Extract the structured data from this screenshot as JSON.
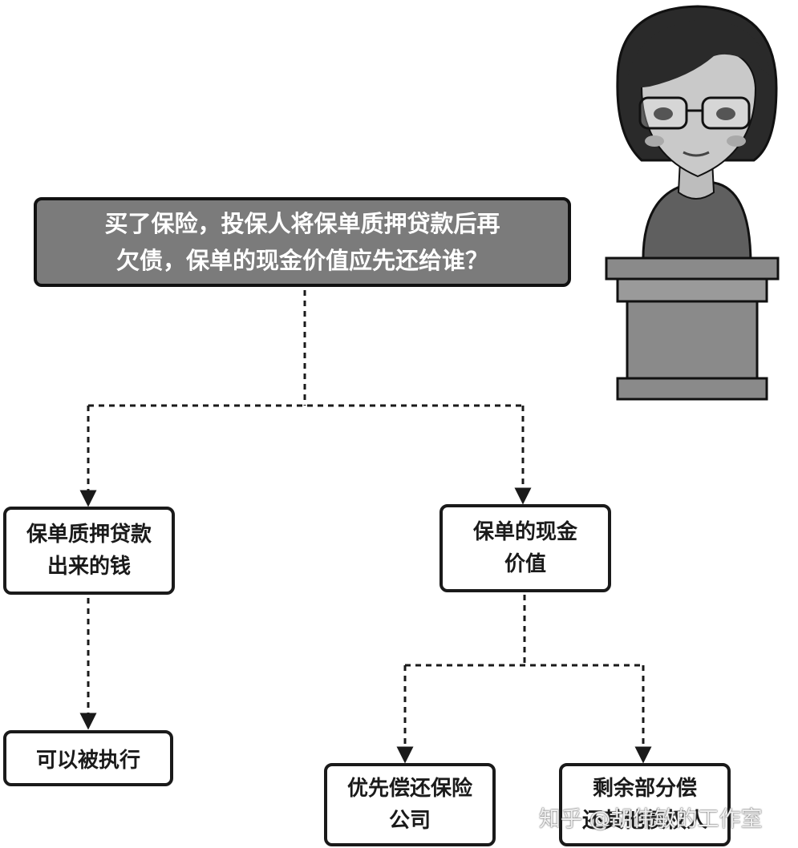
{
  "question": {
    "line1": "买了保险，投保人将保单质押贷款后再",
    "line2": "欠债，保单的现金价值应先还给谁？"
  },
  "left_branch": {
    "line1": "保单质押贷款",
    "line2": "出来的钱"
  },
  "left_result": "可以被执行",
  "right_branch": {
    "line1": "保单的现金",
    "line2": "价值"
  },
  "right_result_a": {
    "line1": "优先偿还保险",
    "line2": "公司"
  },
  "right_result_b": {
    "line1": "剩余部分偿",
    "line2": "还其他债权人"
  },
  "watermark": "知乎 @胡伟敏的工作室",
  "colors": {
    "question_fill": "#7b7b7b",
    "border": "#1a1a1a",
    "figure_grey": "#8a8a8a"
  },
  "icons": {
    "figure": "speaker-at-podium-illustration"
  }
}
